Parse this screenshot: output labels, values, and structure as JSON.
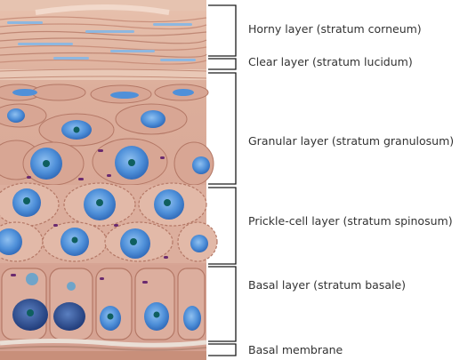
{
  "colors": {
    "tissue": "#d9a695",
    "cornified": "#e3b8a3",
    "nucleus": "#4f90d9",
    "nucleus_dark": "#2a4f8c",
    "nucleolus": "#0f5f5f",
    "granule": "#6a2a6f",
    "bracket": "#1a1a1a",
    "label": "#333333"
  },
  "layers": [
    {
      "label": "Horny layer (stratum corneum)"
    },
    {
      "label": "Clear layer (stratum lucidum)"
    },
    {
      "label": "Granular layer (stratum granulosum)"
    },
    {
      "label": "Prickle-cell layer (stratum spinosum)"
    },
    {
      "label": "Basal layer (stratum basale)"
    },
    {
      "label": "Basal membrane"
    }
  ]
}
